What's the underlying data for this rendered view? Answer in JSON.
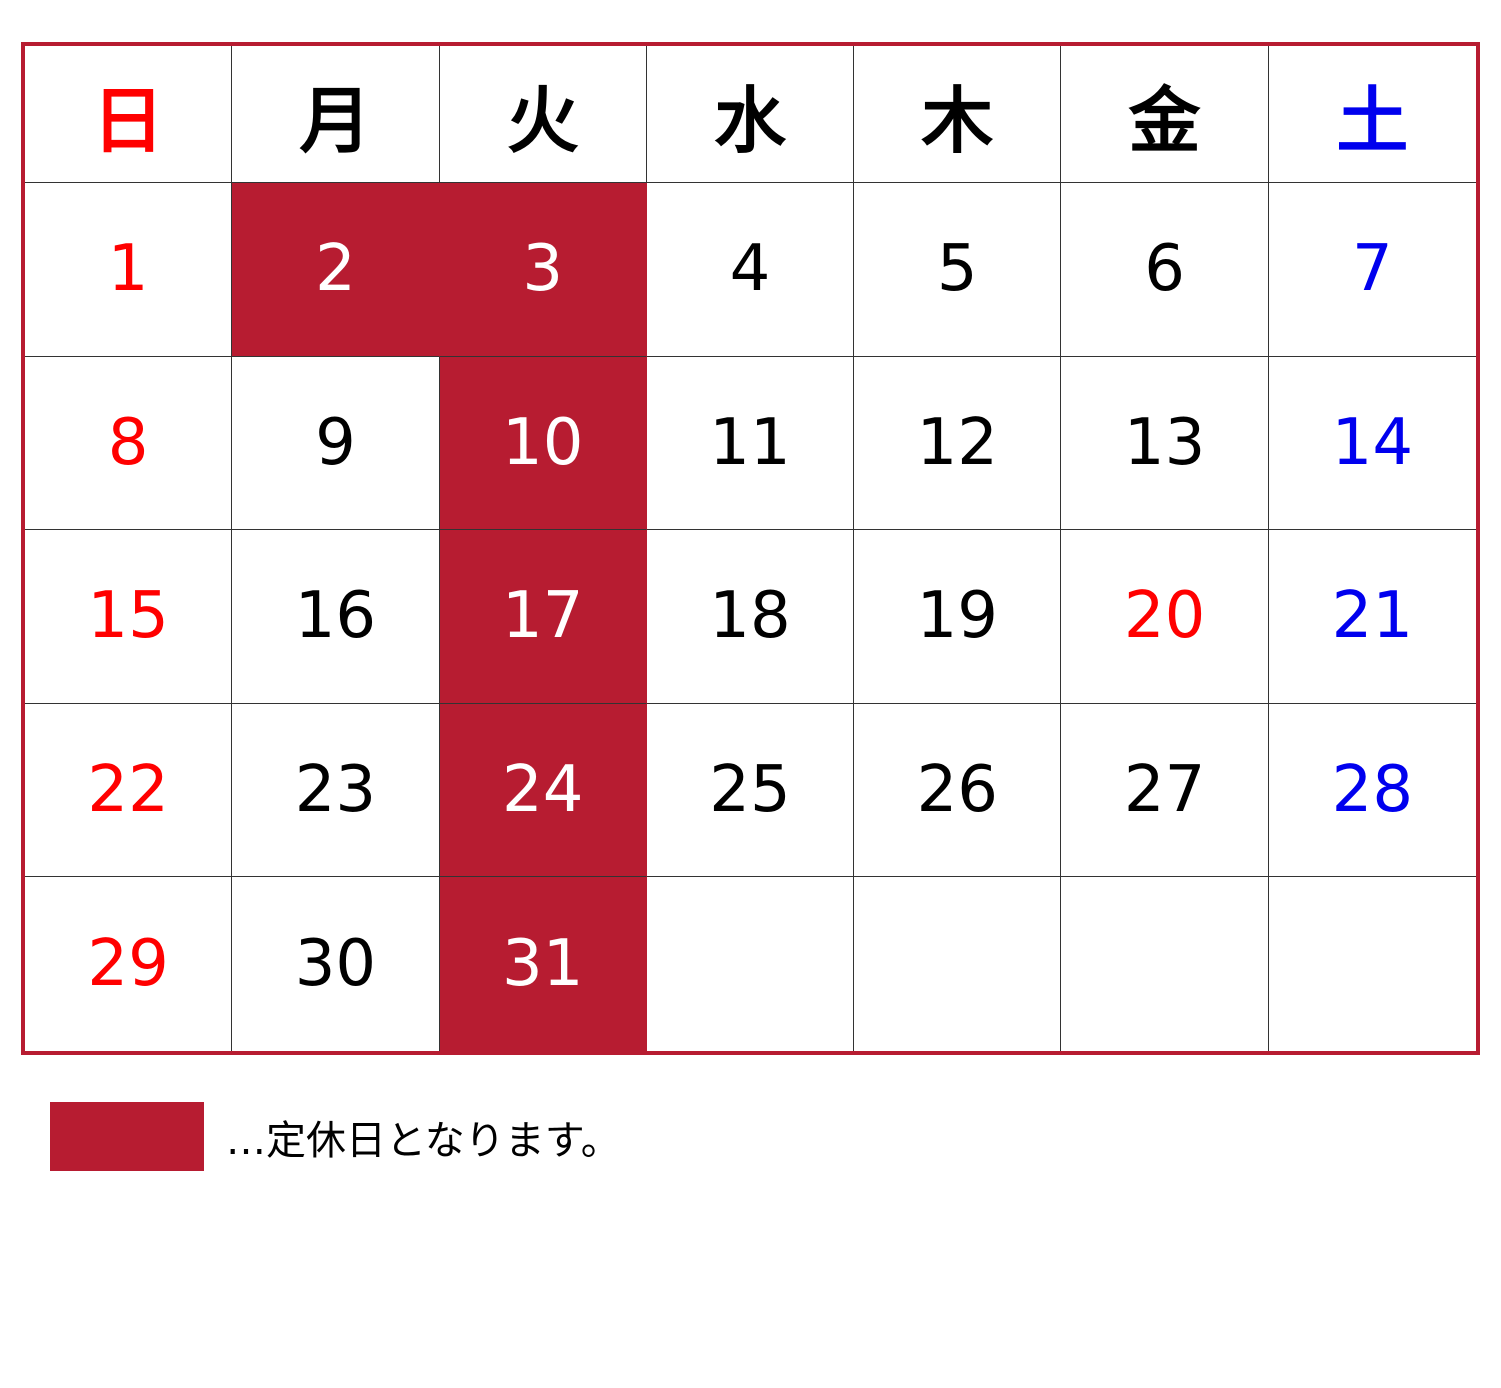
{
  "colors": {
    "closed": "#b71c31",
    "sunday": "#ff0000",
    "saturday": "#0000ee",
    "weekday": "#000000",
    "border": "#b71c31"
  },
  "weekdays": [
    "日",
    "月",
    "火",
    "水",
    "木",
    "金",
    "土"
  ],
  "weeks": [
    [
      {
        "day": "1",
        "kind": "sun"
      },
      {
        "day": "2",
        "kind": "closed"
      },
      {
        "day": "3",
        "kind": "closed"
      },
      {
        "day": "4",
        "kind": "weekday"
      },
      {
        "day": "5",
        "kind": "weekday"
      },
      {
        "day": "6",
        "kind": "weekday"
      },
      {
        "day": "7",
        "kind": "sat"
      }
    ],
    [
      {
        "day": "8",
        "kind": "sun"
      },
      {
        "day": "9",
        "kind": "weekday"
      },
      {
        "day": "10",
        "kind": "closed"
      },
      {
        "day": "11",
        "kind": "weekday"
      },
      {
        "day": "12",
        "kind": "weekday"
      },
      {
        "day": "13",
        "kind": "weekday"
      },
      {
        "day": "14",
        "kind": "sat"
      }
    ],
    [
      {
        "day": "15",
        "kind": "sun"
      },
      {
        "day": "16",
        "kind": "weekday"
      },
      {
        "day": "17",
        "kind": "closed"
      },
      {
        "day": "18",
        "kind": "weekday"
      },
      {
        "day": "19",
        "kind": "weekday"
      },
      {
        "day": "20",
        "kind": "holiday"
      },
      {
        "day": "21",
        "kind": "sat"
      }
    ],
    [
      {
        "day": "22",
        "kind": "sun"
      },
      {
        "day": "23",
        "kind": "weekday"
      },
      {
        "day": "24",
        "kind": "closed"
      },
      {
        "day": "25",
        "kind": "weekday"
      },
      {
        "day": "26",
        "kind": "weekday"
      },
      {
        "day": "27",
        "kind": "weekday"
      },
      {
        "day": "28",
        "kind": "sat"
      }
    ],
    [
      {
        "day": "29",
        "kind": "sun"
      },
      {
        "day": "30",
        "kind": "weekday"
      },
      {
        "day": "31",
        "kind": "closed"
      },
      {
        "day": "",
        "kind": "empty"
      },
      {
        "day": "",
        "kind": "empty"
      },
      {
        "day": "",
        "kind": "empty"
      },
      {
        "day": "",
        "kind": "empty"
      }
    ]
  ],
  "legend": {
    "text": "…定休日となります。"
  }
}
